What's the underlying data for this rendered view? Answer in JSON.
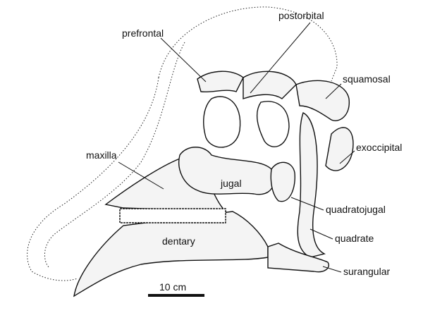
{
  "labels": {
    "prefrontal": "prefrontal",
    "postorbital": "postorbital",
    "squamosal": "squamosal",
    "exoccipital": "exoccipital",
    "maxilla": "maxilla",
    "jugal": "jugal",
    "quadratojugal": "quadratojugal",
    "quadrate": "quadrate",
    "dentary": "dentary",
    "surangular": "surangular"
  },
  "scale_bar": {
    "label": "10 cm"
  }
}
